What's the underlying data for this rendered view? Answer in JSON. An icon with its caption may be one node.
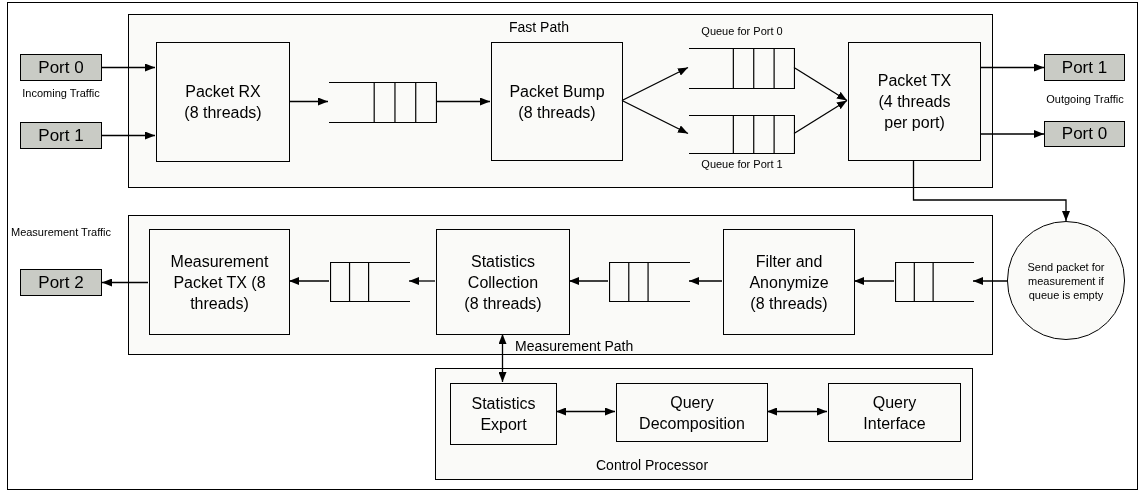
{
  "diagram": {
    "nodes": [
      {
        "text": [
          "Fast Path"
        ]
      },
      {
        "text": [
          "Port 0"
        ]
      },
      {
        "text": [
          "Port 1"
        ]
      },
      {
        "text": [
          "Packet RX (8 threads)"
        ],
        "in": 0
      },
      {
        "text": [],
        "shape": "queue",
        "in": 0
      },
      {
        "text": [
          "Packet Bump (8 threads)"
        ],
        "in": 0
      },
      {
        "text": [],
        "shape": "queue",
        "in": 0,
        "beside": [
          "Queue for Port 0"
        ]
      },
      {
        "text": [],
        "shape": "queue",
        "in": 0,
        "beside": [
          "Queue for Port 1"
        ]
      },
      {
        "text": [
          "Packet TX (4 threads per port)"
        ],
        "in": 0
      },
      {
        "text": [
          "Port 1"
        ]
      },
      {
        "text": [
          "Port 0"
        ]
      },
      {
        "text": [
          "Measurement Path"
        ]
      },
      {
        "text": [
          "Send packet for measurement if queue is empty"
        ]
      },
      {
        "text": [],
        "shape": "queue",
        "in": 11
      },
      {
        "text": [
          "Filter and Anonymize (8 threads)"
        ],
        "in": 11
      },
      {
        "text": [],
        "shape": "queue",
        "in": 11
      },
      {
        "text": [
          "Statistics Collection (8 threads)"
        ],
        "in": 11
      },
      {
        "text": [],
        "shape": "queue",
        "in": 11
      },
      {
        "text": [
          "Measurement Packet TX (8 threads)"
        ],
        "in": 11
      },
      {
        "text": [
          "Port 2"
        ],
        "beside": [
          "Measurement Traffic"
        ]
      },
      {
        "text": [
          "Control Processor"
        ]
      },
      {
        "text": [
          "Statistics Export"
        ],
        "in": 20
      },
      {
        "text": [
          "Query Decomposition"
        ],
        "in": 20
      },
      {
        "text": [
          "Query Interface"
        ],
        "in": 20
      }
    ],
    "edges": [
      {
        "from": 1,
        "to": 3,
        "arrow": "to"
      },
      {
        "from": 2,
        "to": 3,
        "arrow": "to"
      },
      {
        "from": 3,
        "to": 4,
        "arrow": "to"
      },
      {
        "from": 4,
        "to": 5,
        "arrow": "to"
      },
      {
        "from": 5,
        "to": 6,
        "arrow": "to"
      },
      {
        "from": 5,
        "to": 7,
        "arrow": "to"
      },
      {
        "from": 6,
        "to": 8,
        "arrow": "to"
      },
      {
        "from": 7,
        "to": 8,
        "arrow": "to"
      },
      {
        "from": 8,
        "to": 9,
        "arrow": "to"
      },
      {
        "from": 8,
        "to": 10,
        "arrow": "to"
      },
      {
        "from": 8,
        "to": 12,
        "arrow": "to"
      },
      {
        "from": 12,
        "to": 17,
        "arrow": "to"
      },
      {
        "from": 17,
        "to": 14,
        "arrow": "to"
      },
      {
        "from": 14,
        "to": 15,
        "arrow": "to"
      },
      {
        "from": 15,
        "to": 16,
        "arrow": "to"
      },
      {
        "from": 16,
        "to": 13,
        "arrow": "to"
      },
      {
        "from": 13,
        "to": 18,
        "arrow": "to"
      },
      {
        "from": 18,
        "to": 19,
        "arrow": "to"
      },
      {
        "from": 16,
        "to": 21,
        "arrow": "both"
      },
      {
        "from": 21,
        "to": 22,
        "arrow": "both"
      },
      {
        "from": 22,
        "to": 23,
        "arrow": "both"
      }
    ],
    "labels": [
      "Incoming Traffic",
      "Outgoing Traffic"
    ]
  }
}
